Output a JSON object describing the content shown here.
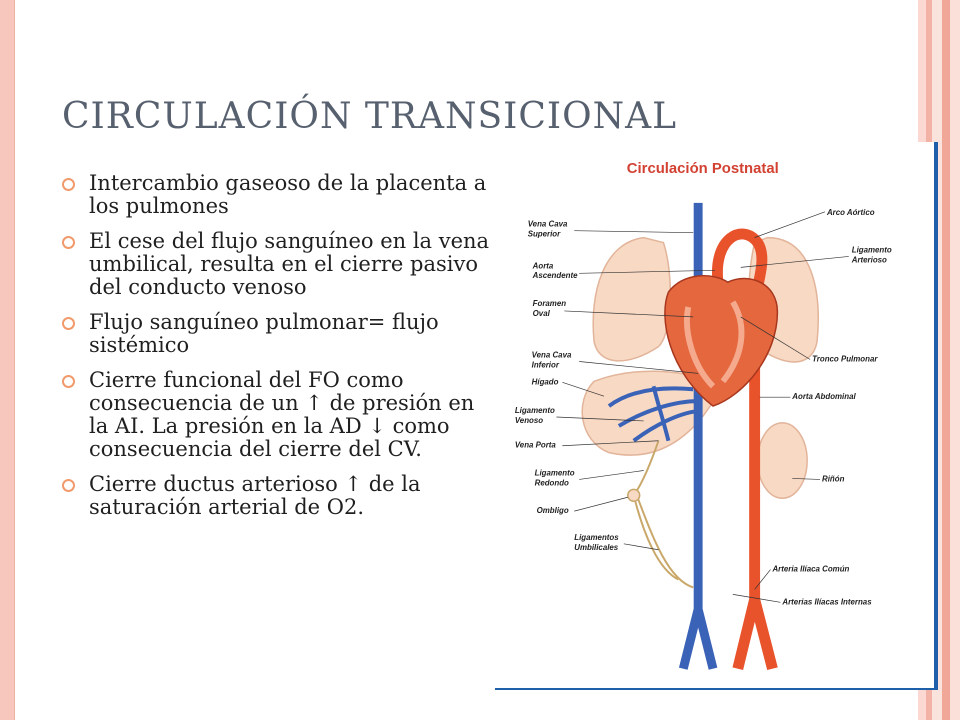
{
  "slide": {
    "title": "CIRCULACIÓN TRANSICIONAL",
    "bullets": [
      "Intercambio gaseoso de la placenta a los pulmones",
      "El cese del flujo sanguíneo en la vena umbilical, resulta en el cierre pasivo del conducto venoso",
      "Flujo sanguíneo pulmonar= flujo sistémico",
      "Cierre funcional del FO como consecuencia de un ↑ de presión en la AI. La presión en la AD ↓ como consecuencia del cierre del CV.",
      "Cierre ductus arterioso ↑ de la saturación arterial de O2."
    ]
  },
  "figure": {
    "title": "Circulación Postnatal",
    "left_labels": {
      "vena_cava_superior_1": "Vena Cava",
      "vena_cava_superior_2": "Superior",
      "aorta_ascendente_1": "Aorta",
      "aorta_ascendente_2": "Ascendente",
      "foramen_oval_1": "Foramen",
      "foramen_oval_2": "Oval",
      "vena_cava_inferior_1": "Vena Cava",
      "vena_cava_inferior_2": "Inferior",
      "higado": "Hígado",
      "ligamento_venoso_1": "Ligamento",
      "ligamento_venoso_2": "Venoso",
      "vena_porta": "Vena Porta",
      "ligamento_redondo_1": "Ligamento",
      "ligamento_redondo_2": "Redondo",
      "ombligo": "Ombligo",
      "ligamentos_umbilicales_1": "Ligamentos",
      "ligamentos_umbilicales_2": "Umbilicales"
    },
    "right_labels": {
      "arco_aortico": "Arco Aórtico",
      "ligamento_arterioso_1": "Ligamento",
      "ligamento_arterioso_2": "Arterioso",
      "tronco_pulmonar": "Tronco Pulmonar",
      "aorta_abdominal": "Aorta Abdominal",
      "rinon": "Riñón",
      "arteria_iliaca_comun": "Arteria Ilíaca Común",
      "arterias_iliacas_internas": "Arterias Ilíacas Internas"
    },
    "colors": {
      "artery": "#e8532c",
      "vein": "#3a63b8",
      "organ": "#f7d9c4",
      "heart": "#e4673e"
    }
  }
}
